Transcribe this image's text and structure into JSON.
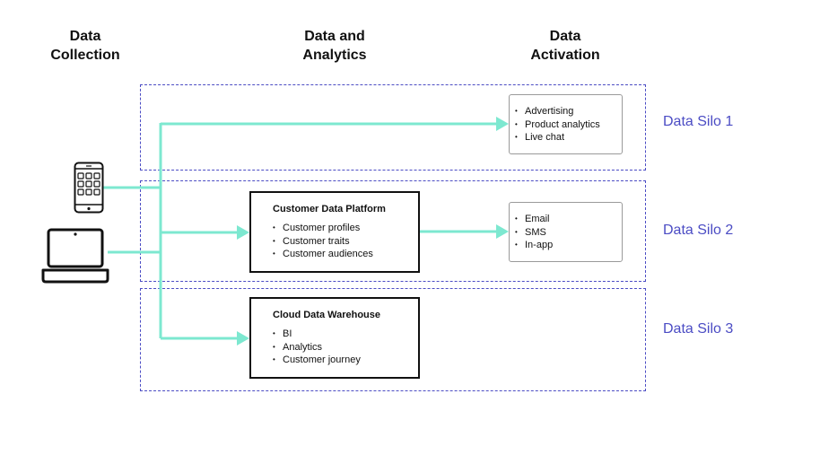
{
  "headers": {
    "collection": [
      "Data",
      "Collection"
    ],
    "analytics": [
      "Data and",
      "Analytics"
    ],
    "activation": [
      "Data",
      "Activation"
    ]
  },
  "silos": [
    {
      "label": "Data Silo 1"
    },
    {
      "label": "Data Silo 2"
    },
    {
      "label": "Data Silo 3"
    }
  ],
  "platforms": {
    "cdp": {
      "title": "Customer Data Platform",
      "items": [
        "Customer profiles",
        "Customer traits",
        "Customer audiences"
      ]
    },
    "cdw": {
      "title": "Cloud Data Warehouse",
      "items": [
        "BI",
        "Analytics",
        "Customer journey"
      ]
    }
  },
  "activation_boxes": [
    {
      "items": [
        "Advertising",
        "Product analytics",
        "Live chat"
      ]
    },
    {
      "items": [
        "Email",
        "SMS",
        "In-app"
      ]
    }
  ],
  "devices": {
    "phone_icon": "smartphone-icon",
    "laptop_icon": "laptop-icon"
  },
  "colors": {
    "connector": "#7de8d0",
    "silo_border": "#4b4cc4",
    "silo_label": "#4b4cc4",
    "box_border": "#111111",
    "activation_border": "#9a9a9a"
  }
}
